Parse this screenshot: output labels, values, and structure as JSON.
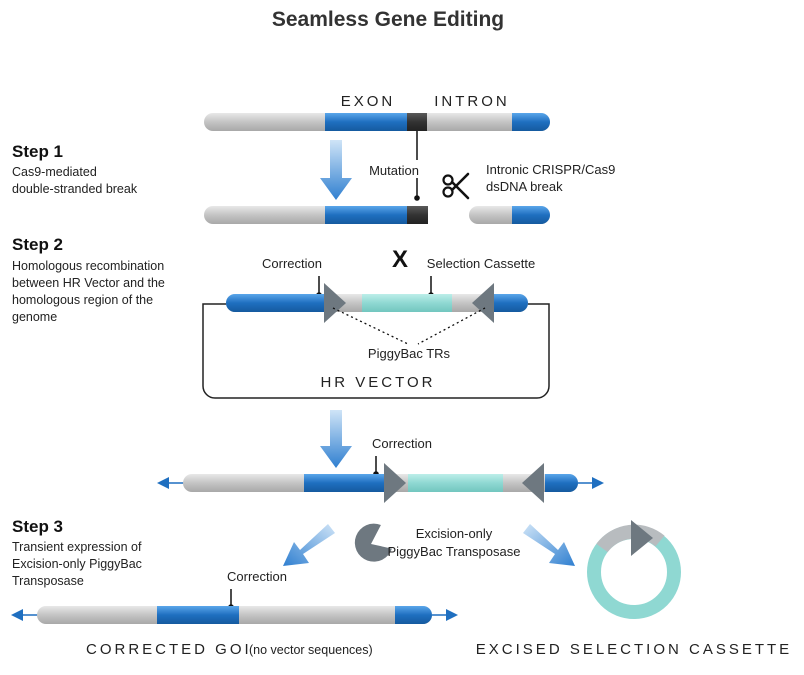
{
  "title": "Seamless Gene Editing",
  "steps": {
    "step1": {
      "heading": "Step 1",
      "lines": [
        "Cas9-mediated",
        "double-stranded break"
      ]
    },
    "step2": {
      "heading": "Step 2",
      "lines": [
        "Homologous recombination",
        "between HR Vector and the",
        "homologous region of the",
        "genome"
      ]
    },
    "step3": {
      "heading": "Step 3",
      "lines": [
        "Transient expression of",
        "Excision-only PiggyBac",
        "Transposase"
      ]
    }
  },
  "labels": {
    "exon": "EXON",
    "intron": "INTRON",
    "mutation": "Mutation",
    "crispr_lines": [
      "Intronic CRISPR/Cas9",
      "dsDNA break"
    ],
    "correction": "Correction",
    "x_mark": "X",
    "selection_cassette": "Selection Cassette",
    "piggybac_trs": "PiggyBac TRs",
    "hr_vector": "HR VECTOR",
    "transposase_lines": [
      "Excision-only",
      "PiggyBac Transposase"
    ],
    "corrected_goi": "CORRECTED GOI",
    "no_vector": "(no vector sequences)",
    "excised_cassette": "EXCISED SELECTION CASSETTE"
  },
  "colors": {
    "exon_blue": "#1f6fc0",
    "dna_gray": "#c8c8c8",
    "mutation_dark": "#3a3a3a",
    "cassette_teal": "#8fd8d2",
    "arrow_gray": "#6e7880",
    "flow_arrow_blue": "#2f7fd0"
  },
  "icons": {
    "scissors": "scissors-icon",
    "transposase": "transposase-pacman-icon"
  }
}
